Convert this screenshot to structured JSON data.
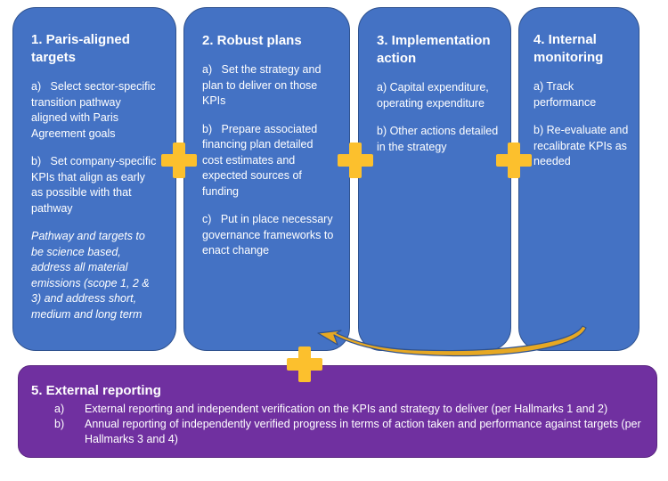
{
  "steps": [
    {
      "title": "1. Paris-aligned targets",
      "items": [
        "a)   Select sector-specific transition pathway aligned with Paris Agreement goals",
        "b)   Set company-specific KPIs that align as early as possible with that pathway"
      ],
      "note": "Pathway and targets to be science based, address all material emissions (scope 1, 2 & 3) and address short, medium and long term"
    },
    {
      "title": "2. Robust plans",
      "items": [
        "a)   Set the strategy and plan to deliver on those KPIs",
        "b)   Prepare associated financing plan detailed cost estimates and expected sources of funding",
        "c)   Put in place necessary governance frameworks to enact change"
      ]
    },
    {
      "title": "3. Implementation action",
      "items": [
        "a) Capital expenditure, operating expenditure",
        "b) Other actions detailed in the strategy"
      ]
    },
    {
      "title": "4. Internal monitoring",
      "items": [
        "a) Track performance",
        "b) Re-evaluate and recalibrate KPIs as needed"
      ]
    }
  ],
  "reporting": {
    "title": "5. External reporting",
    "items": [
      {
        "marker": "a)",
        "text": "External reporting and independent verification on the KPIs and strategy to deliver (per Hallmarks 1 and 2)"
      },
      {
        "marker": "b)",
        "text": "Annual reporting of independently verified progress in terms of action taken and performance against targets (per Hallmarks 3 and 4)"
      }
    ]
  },
  "colors": {
    "step_box": "#4472c4",
    "reporting_box": "#7030a0",
    "plus": "#fcc02d",
    "arrow_fill": "#e6a823",
    "arrow_outline": "#2f528f"
  }
}
